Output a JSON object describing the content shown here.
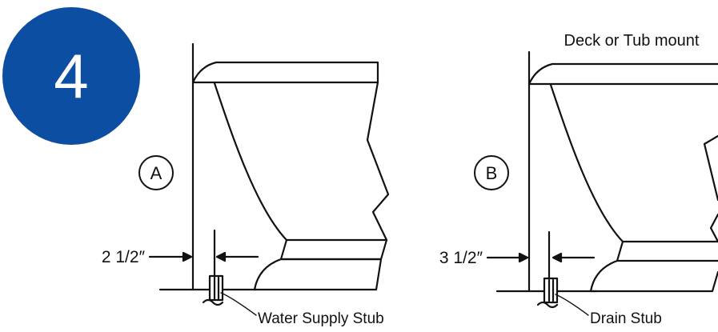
{
  "step": {
    "number": "4",
    "badge_color": "#0b4ea2",
    "number_color": "#ffffff"
  },
  "figures": [
    {
      "id": "A",
      "circle_label": "A",
      "dimension_label": "2 1/2″",
      "stub_label": "Water Supply Stub",
      "mount_label": ""
    },
    {
      "id": "B",
      "circle_label": "B",
      "dimension_label": "3 1/2″",
      "stub_label": "Drain Stub",
      "mount_label": "Deck or Tub mount"
    }
  ],
  "colors": {
    "line": "#111111",
    "background": "#ffffff"
  }
}
